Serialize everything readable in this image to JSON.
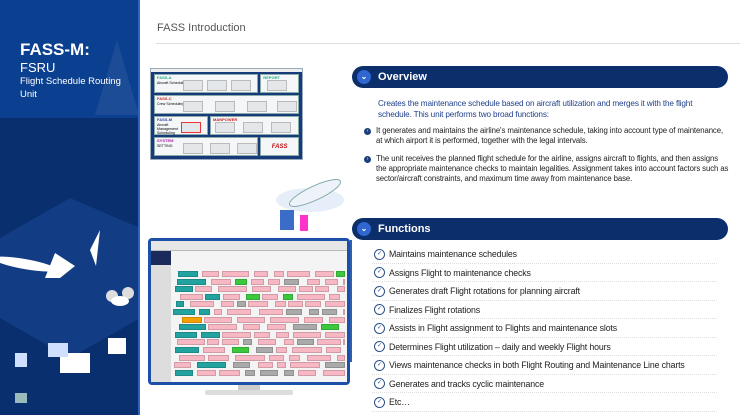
{
  "sidebar": {
    "title": "FASS-M:",
    "subtitle": "FSRU",
    "description": "Flight Schedule Routing Unit"
  },
  "header": {
    "title": "FASS Introduction"
  },
  "launcher": {
    "sections": [
      {
        "name": "FASS-A",
        "desc": "Aircraft Scheduling"
      },
      {
        "name": "REPORT",
        "desc": ""
      },
      {
        "name": "FASS-C",
        "desc": "Crew Scheduling"
      },
      {
        "name": "FASS-M",
        "desc": "Aircraft Management Scheduling"
      },
      {
        "name": "MANPOWER",
        "desc": ""
      },
      {
        "name": "SYSTEM",
        "desc": "SETTING"
      }
    ],
    "logo": "FASS"
  },
  "overview": {
    "heading": "Overview",
    "intro": "Creates the maintenance schedule based on aircraft utilization and merges it with the flight schedule. This unit performs two broad functions:",
    "bullets": [
      "It generates and maintains the airline's maintenance schedule, taking into account type of maintenance, at which airport it is performed, together with the legal intervals.",
      "The unit receives the planned flight schedule for the airline, assigns aircraft to flights, and then assigns the appropriate maintenance checks to maintain legalities. Assignment takes into account factors such as sector/aircraft constraints, and maximum time away from maintenance base."
    ]
  },
  "functions": {
    "heading": "Functions",
    "items": [
      "Maintains maintenance schedules",
      "Assigns Flight to maintenance checks",
      "Generates draft Flight rotations for planning aircraft",
      "Finalizes Flight rotations",
      "Assists in Flight assignment to Flights and maintenance slots",
      "Determines Flight utilization – daily and weekly Flight hours",
      "Views maintenance checks in both Flight Routing and Maintenance Line charts",
      "Generates and tracks cyclic maintenance",
      "Etc…"
    ]
  },
  "colors": {
    "navy": "#0c2f6b",
    "blue": "#0b3f8f",
    "pink": "#f7b8c4",
    "teal": "#23a3a0",
    "green": "#3cc83c",
    "orange": "#f5a000"
  }
}
